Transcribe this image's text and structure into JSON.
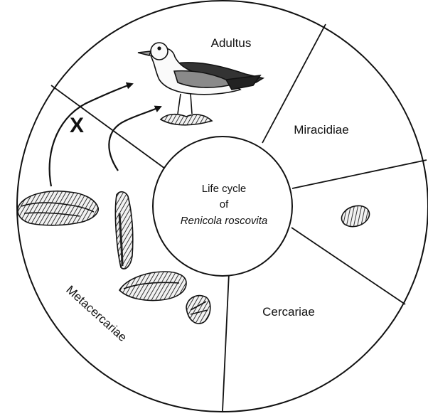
{
  "diagram": {
    "center": {
      "line1": "Life cycle",
      "line2": "of",
      "line3": "Renicola roscovita"
    },
    "segments": {
      "adult": "Adultus",
      "miracidia": "Miracidiae",
      "cercaria": "Cercariae",
      "metacercaria": "Metacercariae"
    },
    "blocked_marker": "X",
    "colors": {
      "line": "#111111",
      "background": "#ffffff",
      "fill_dark": "#222222",
      "fill_mid": "#888888",
      "fill_light": "#dddddd"
    },
    "icons": [
      "gull-icon",
      "snail-icon",
      "oyster-icon",
      "razor-clam-icon",
      "mussel-icon",
      "cockle-icon"
    ]
  }
}
